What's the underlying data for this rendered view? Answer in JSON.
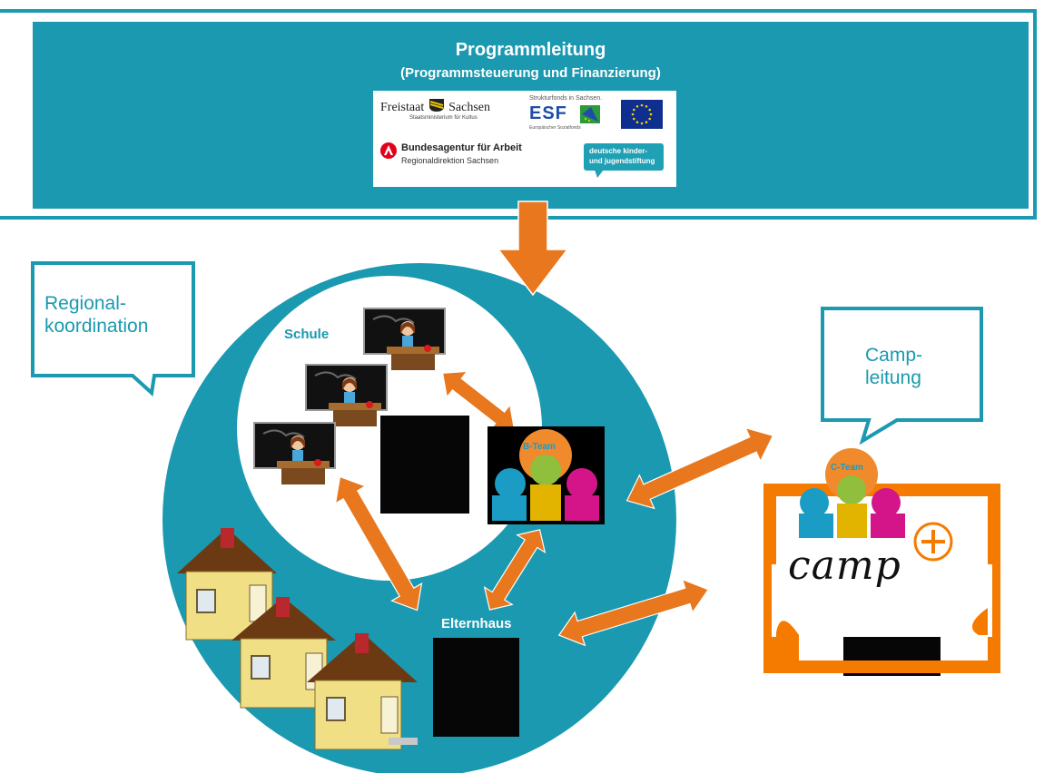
{
  "header": {
    "title": "Programmleitung",
    "subtitle": "(Programmsteuerung und Finanzierung)"
  },
  "logos": {
    "freistaat_left": "Freistaat",
    "freistaat_right": "Sachsen",
    "freistaat_sub": "Staatsministerium für Kultus",
    "ba_title": "Bundesagentur für Arbeit",
    "ba_sub": "Regionaldirektion Sachsen",
    "esf_top": "Strukturfonds in Sachsen.",
    "esf_main": "ESF",
    "esf_sub": "Europäischer Sozialfonds",
    "dkjs_line1": "deutsche kinder-",
    "dkjs_line2": "und jugendstiftung"
  },
  "callouts": {
    "regional_line1": "Regional-",
    "regional_line2": "koordination",
    "camp_line1": "Camp-",
    "camp_line2": "leitung"
  },
  "labels": {
    "schule": "Schule",
    "elternhaus": "Elternhaus",
    "b_team": "B-Team",
    "c_team": "C-Team",
    "camp_logo": "camp"
  },
  "colors": {
    "teal": "#1a99b0",
    "orange": "#e8771e",
    "camp_orange": "#f57b00",
    "team_orange": "#f08a2c",
    "team_cyan": "#1a9cc4",
    "team_green": "#8fbf3c",
    "team_magenta": "#d4158a",
    "team_yellow": "#e2b400"
  }
}
